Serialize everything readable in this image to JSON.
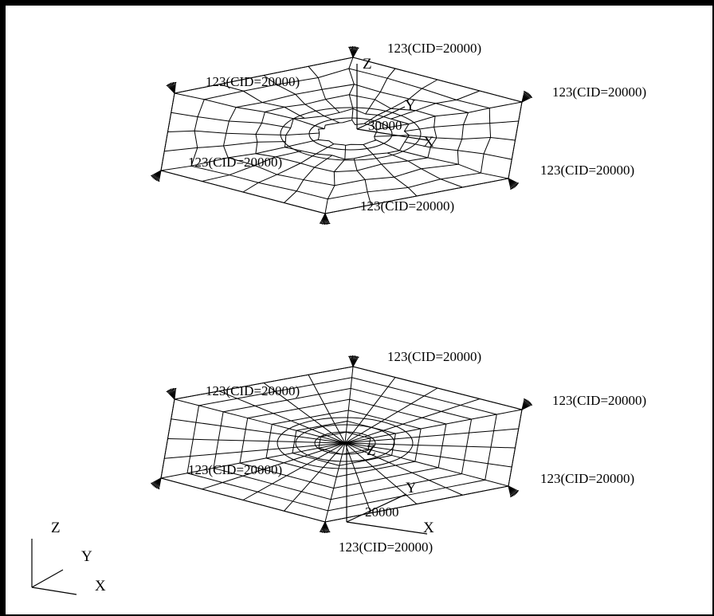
{
  "top_model": {
    "node_labels": [
      "123(CID=20000)",
      "123(CID=20000)",
      "123(CID=20000)",
      "123(CID=20000)",
      "123(CID=20000)",
      "123(CID=20000)"
    ],
    "coord_system": {
      "id": "30000",
      "x": "X",
      "y": "Y",
      "z": "Z"
    }
  },
  "bottom_model": {
    "node_labels": [
      "123(CID=20000)",
      "123(CID=20000)",
      "123(CID=20000)",
      "123(CID=20000)",
      "123(CID=20000)",
      "123(CID=20000)"
    ],
    "coord_system": {
      "id": "20000",
      "x": "X",
      "y": "Y",
      "z": "Z"
    }
  },
  "global_triad": {
    "x": "X",
    "y": "Y",
    "z": "Z"
  }
}
